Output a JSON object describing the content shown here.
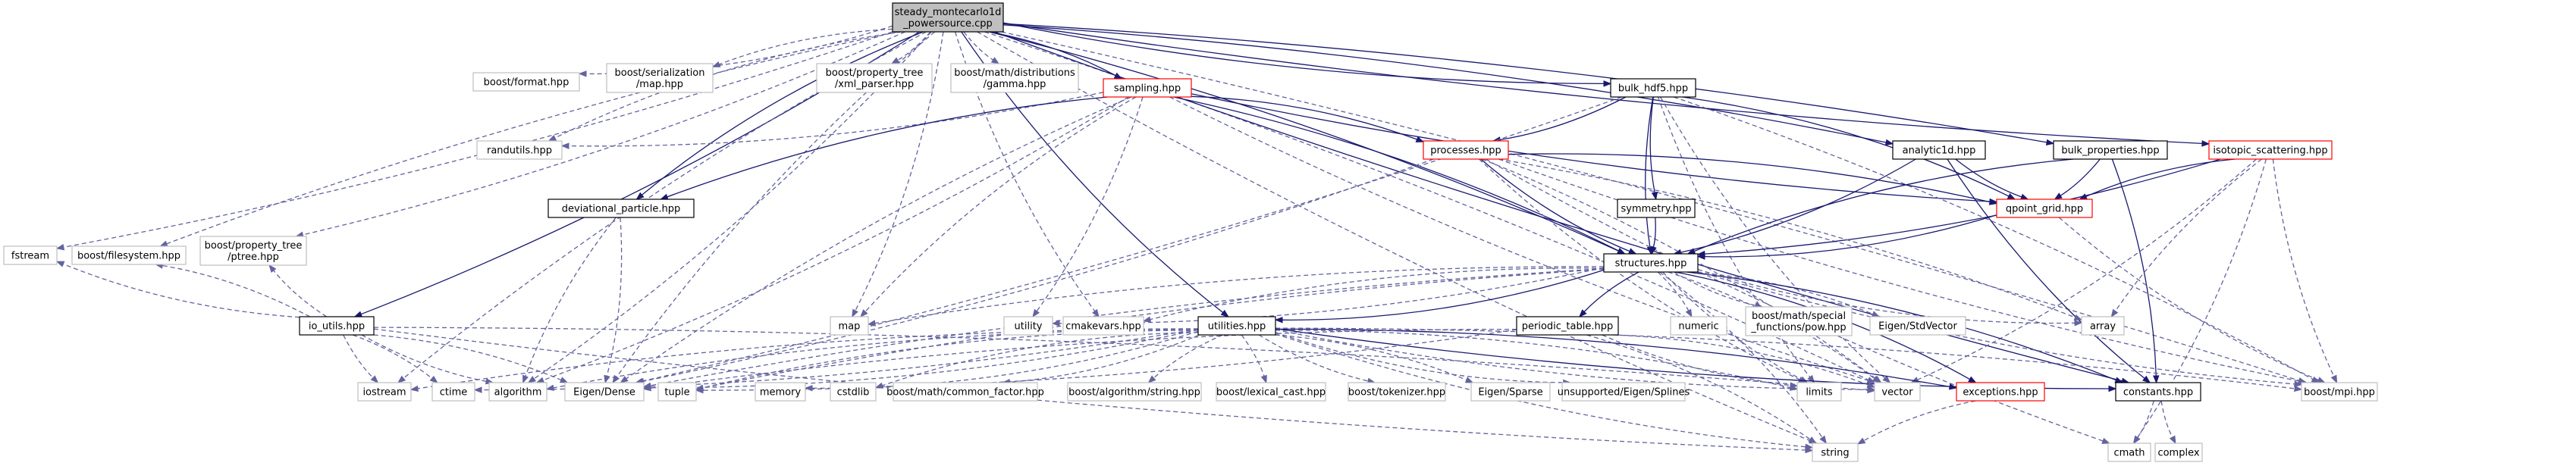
{
  "colors": {
    "edge_solid": "#191970",
    "edge_dashed": "#63639f",
    "border_normal": "#000000",
    "border_link": "#ff0000",
    "border_external": "#bfbfbf",
    "root_fill": "#bfbfbf",
    "node_fill": "#ffffff"
  },
  "nodes": [
    {
      "id": "root",
      "lines": [
        "steady_montecarlo1d",
        "_powersource.cpp"
      ],
      "style": "root"
    },
    {
      "id": "fstream",
      "lines": [
        "fstream"
      ],
      "style": "ext"
    },
    {
      "id": "bfs",
      "lines": [
        "boost/filesystem.hpp"
      ],
      "style": "ext"
    },
    {
      "id": "bptree",
      "lines": [
        "boost/property_tree",
        "/ptree.hpp"
      ],
      "style": "ext"
    },
    {
      "id": "randutils",
      "lines": [
        "randutils.hpp"
      ],
      "style": "ext"
    },
    {
      "id": "bformat",
      "lines": [
        "boost/format.hpp"
      ],
      "style": "ext"
    },
    {
      "id": "bserial",
      "lines": [
        "boost/serialization",
        "/map.hpp"
      ],
      "style": "ext"
    },
    {
      "id": "bxml",
      "lines": [
        "boost/property_tree",
        "/xml_parser.hpp"
      ],
      "style": "ext"
    },
    {
      "id": "bgamma",
      "lines": [
        "boost/math/distributions",
        "/gamma.hpp"
      ],
      "style": "ext"
    },
    {
      "id": "sampling",
      "lines": [
        "sampling.hpp"
      ],
      "style": "link"
    },
    {
      "id": "bulkhdf5",
      "lines": [
        "bulk_hdf5.hpp"
      ],
      "style": "norm"
    },
    {
      "id": "bulkprop",
      "lines": [
        "bulk_properties.hpp"
      ],
      "style": "norm"
    },
    {
      "id": "isotopic",
      "lines": [
        "isotopic_scattering.hpp"
      ],
      "style": "link"
    },
    {
      "id": "processes",
      "lines": [
        "processes.hpp"
      ],
      "style": "link"
    },
    {
      "id": "analytic",
      "lines": [
        "analytic1d.hpp"
      ],
      "style": "norm"
    },
    {
      "id": "qpoint",
      "lines": [
        "qpoint_grid.hpp"
      ],
      "style": "link"
    },
    {
      "id": "symmetry",
      "lines": [
        "symmetry.hpp"
      ],
      "style": "norm"
    },
    {
      "id": "devpart",
      "lines": [
        "deviational_particle.hpp"
      ],
      "style": "norm"
    },
    {
      "id": "structures",
      "lines": [
        "structures.hpp"
      ],
      "style": "norm"
    },
    {
      "id": "map",
      "lines": [
        "map"
      ],
      "style": "ext"
    },
    {
      "id": "utility",
      "lines": [
        "utility"
      ],
      "style": "ext"
    },
    {
      "id": "cmakevars",
      "lines": [
        "cmakevars.hpp"
      ],
      "style": "ext"
    },
    {
      "id": "numeric",
      "lines": [
        "numeric"
      ],
      "style": "ext"
    },
    {
      "id": "bpow",
      "lines": [
        "boost/math/special",
        "_functions/pow.hpp"
      ],
      "style": "ext"
    },
    {
      "id": "eigenstd",
      "lines": [
        "Eigen/StdVector"
      ],
      "style": "ext"
    },
    {
      "id": "array",
      "lines": [
        "array"
      ],
      "style": "ext"
    },
    {
      "id": "ioutils",
      "lines": [
        "io_utils.hpp"
      ],
      "style": "norm"
    },
    {
      "id": "utilities",
      "lines": [
        "utilities.hpp"
      ],
      "style": "norm"
    },
    {
      "id": "periodic",
      "lines": [
        "periodic_table.hpp"
      ],
      "style": "norm"
    },
    {
      "id": "iostream",
      "lines": [
        "iostream"
      ],
      "style": "ext"
    },
    {
      "id": "ctime",
      "lines": [
        "ctime"
      ],
      "style": "ext"
    },
    {
      "id": "algorithm",
      "lines": [
        "algorithm"
      ],
      "style": "ext"
    },
    {
      "id": "eigendense",
      "lines": [
        "Eigen/Dense"
      ],
      "style": "ext"
    },
    {
      "id": "tuple",
      "lines": [
        "tuple"
      ],
      "style": "ext"
    },
    {
      "id": "memory",
      "lines": [
        "memory"
      ],
      "style": "ext"
    },
    {
      "id": "cstdlib",
      "lines": [
        "cstdlib"
      ],
      "style": "ext"
    },
    {
      "id": "bcommon",
      "lines": [
        "boost/math/common_factor.hpp"
      ],
      "style": "ext"
    },
    {
      "id": "balgo",
      "lines": [
        "boost/algorithm/string.hpp"
      ],
      "style": "ext"
    },
    {
      "id": "blexical",
      "lines": [
        "boost/lexical_cast.hpp"
      ],
      "style": "ext"
    },
    {
      "id": "btoken",
      "lines": [
        "boost/tokenizer.hpp"
      ],
      "style": "ext"
    },
    {
      "id": "eigensparse",
      "lines": [
        "Eigen/Sparse"
      ],
      "style": "ext"
    },
    {
      "id": "unsupported",
      "lines": [
        "unsupported/Eigen/Splines"
      ],
      "style": "ext"
    },
    {
      "id": "limits",
      "lines": [
        "limits"
      ],
      "style": "ext"
    },
    {
      "id": "vector",
      "lines": [
        "vector"
      ],
      "style": "ext"
    },
    {
      "id": "exceptions",
      "lines": [
        "exceptions.hpp"
      ],
      "style": "link"
    },
    {
      "id": "constants",
      "lines": [
        "constants.hpp"
      ],
      "style": "norm"
    },
    {
      "id": "bmpi",
      "lines": [
        "boost/mpi.hpp"
      ],
      "style": "ext"
    },
    {
      "id": "string",
      "lines": [
        "string"
      ],
      "style": "ext"
    },
    {
      "id": "cmath",
      "lines": [
        "cmath"
      ],
      "style": "ext"
    },
    {
      "id": "complex",
      "lines": [
        "complex"
      ],
      "style": "ext"
    }
  ],
  "edges": [
    [
      "root",
      "fstream"
    ],
    [
      "root",
      "bfs"
    ],
    [
      "root",
      "bptree"
    ],
    [
      "root",
      "randutils"
    ],
    [
      "root",
      "bformat"
    ],
    [
      "root",
      "bserial"
    ],
    [
      "root",
      "bxml"
    ],
    [
      "root",
      "bgamma"
    ],
    [
      "root",
      "sampling"
    ],
    [
      "root",
      "bulkhdf5"
    ],
    [
      "root",
      "bulkprop"
    ],
    [
      "root",
      "isotopic"
    ],
    [
      "root",
      "analytic"
    ],
    [
      "root",
      "devpart"
    ],
    [
      "root",
      "map"
    ],
    [
      "root",
      "cmakevars"
    ],
    [
      "root",
      "ioutils"
    ],
    [
      "root",
      "utilities"
    ],
    [
      "root",
      "structures"
    ],
    [
      "root",
      "iostream"
    ],
    [
      "root",
      "algorithm"
    ],
    [
      "root",
      "eigendense"
    ],
    [
      "root",
      "vector"
    ],
    [
      "root",
      "constants"
    ],
    [
      "root",
      "bmpi"
    ],
    [
      "root",
      "string"
    ],
    [
      "sampling",
      "randutils"
    ],
    [
      "sampling",
      "devpart"
    ],
    [
      "sampling",
      "processes"
    ],
    [
      "sampling",
      "qpoint"
    ],
    [
      "sampling",
      "structures"
    ],
    [
      "sampling",
      "map"
    ],
    [
      "sampling",
      "utility"
    ],
    [
      "sampling",
      "eigendense"
    ],
    [
      "sampling",
      "algorithm"
    ],
    [
      "sampling",
      "vector"
    ],
    [
      "bulkhdf5",
      "processes"
    ],
    [
      "bulkhdf5",
      "symmetry"
    ],
    [
      "bulkhdf5",
      "qpoint"
    ],
    [
      "bulkhdf5",
      "structures"
    ],
    [
      "bulkhdf5",
      "bmpi"
    ],
    [
      "bulkhdf5",
      "vector"
    ],
    [
      "bulkhdf5",
      "eigendense"
    ],
    [
      "bulkhdf5",
      "limits"
    ],
    [
      "bulkprop",
      "qpoint"
    ],
    [
      "bulkprop",
      "structures"
    ],
    [
      "bulkprop",
      "constants"
    ],
    [
      "isotopic",
      "qpoint"
    ],
    [
      "isotopic",
      "structures"
    ],
    [
      "isotopic",
      "array"
    ],
    [
      "isotopic",
      "cmath"
    ],
    [
      "isotopic",
      "bmpi"
    ],
    [
      "isotopic",
      "vector"
    ],
    [
      "analytic",
      "qpoint"
    ],
    [
      "analytic",
      "structures"
    ],
    [
      "analytic",
      "constants"
    ],
    [
      "processes",
      "qpoint"
    ],
    [
      "processes",
      "structures"
    ],
    [
      "processes",
      "array"
    ],
    [
      "processes",
      "bmpi"
    ],
    [
      "processes",
      "eigendense"
    ],
    [
      "processes",
      "cmath"
    ],
    [
      "processes",
      "vector"
    ],
    [
      "processes",
      "limits"
    ],
    [
      "qpoint",
      "structures"
    ],
    [
      "qpoint",
      "bmpi"
    ],
    [
      "symmetry",
      "structures"
    ],
    [
      "devpart",
      "algorithm"
    ],
    [
      "devpart",
      "eigendense"
    ],
    [
      "structures",
      "map"
    ],
    [
      "structures",
      "utility"
    ],
    [
      "structures",
      "cmakevars"
    ],
    [
      "structures",
      "numeric"
    ],
    [
      "structures",
      "bpow"
    ],
    [
      "structures",
      "eigenstd"
    ],
    [
      "structures",
      "array"
    ],
    [
      "structures",
      "utilities"
    ],
    [
      "structures",
      "periodic"
    ],
    [
      "structures",
      "constants"
    ],
    [
      "structures",
      "bmpi"
    ],
    [
      "structures",
      "vector"
    ],
    [
      "structures",
      "limits"
    ],
    [
      "structures",
      "string"
    ],
    [
      "structures",
      "eigendense"
    ],
    [
      "structures",
      "exceptions"
    ],
    [
      "structures",
      "tuple"
    ],
    [
      "ioutils",
      "fstream"
    ],
    [
      "ioutils",
      "bfs"
    ],
    [
      "ioutils",
      "bptree"
    ],
    [
      "ioutils",
      "iostream"
    ],
    [
      "ioutils",
      "ctime"
    ],
    [
      "ioutils",
      "algorithm"
    ],
    [
      "ioutils",
      "eigendense"
    ],
    [
      "ioutils",
      "string"
    ],
    [
      "ioutils",
      "vector"
    ],
    [
      "utilities",
      "iostream"
    ],
    [
      "utilities",
      "ctime"
    ],
    [
      "utilities",
      "algorithm"
    ],
    [
      "utilities",
      "eigendense"
    ],
    [
      "utilities",
      "tuple"
    ],
    [
      "utilities",
      "memory"
    ],
    [
      "utilities",
      "cstdlib"
    ],
    [
      "utilities",
      "bcommon"
    ],
    [
      "utilities",
      "balgo"
    ],
    [
      "utilities",
      "blexical"
    ],
    [
      "utilities",
      "btoken"
    ],
    [
      "utilities",
      "eigensparse"
    ],
    [
      "utilities",
      "unsupported"
    ],
    [
      "utilities",
      "limits"
    ],
    [
      "utilities",
      "vector"
    ],
    [
      "utilities",
      "exceptions"
    ],
    [
      "utilities",
      "constants"
    ],
    [
      "utilities",
      "bmpi"
    ],
    [
      "utilities",
      "string"
    ],
    [
      "periodic",
      "tuple"
    ],
    [
      "periodic",
      "eigendense"
    ],
    [
      "periodic",
      "vector"
    ],
    [
      "periodic",
      "limits"
    ],
    [
      "periodic",
      "string"
    ],
    [
      "exceptions",
      "string"
    ],
    [
      "constants",
      "cmath"
    ],
    [
      "constants",
      "complex"
    ]
  ]
}
